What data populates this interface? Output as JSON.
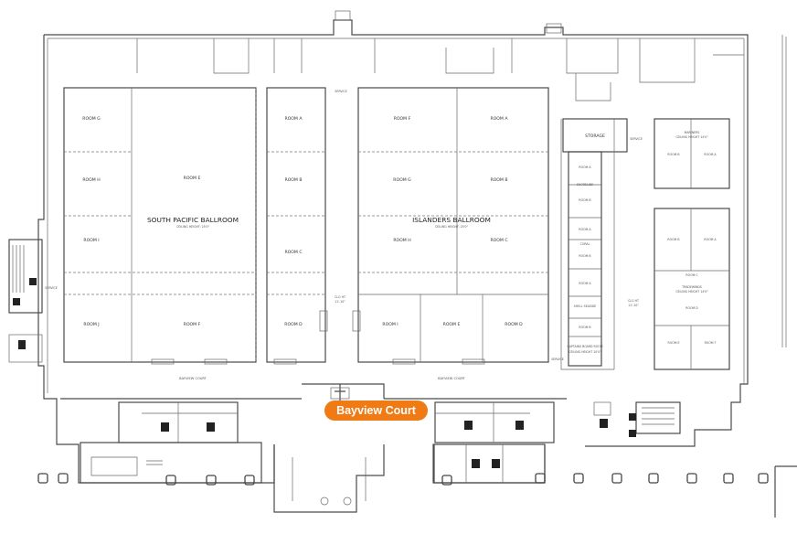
{
  "callout": {
    "label": "Bayview Court",
    "color": "#f07a14"
  },
  "left_hall": {
    "ballroom_name": "SOUTH PACIFIC BALLROOM",
    "ceiling": "CEILING HEIGHT: 25'0\"",
    "rooms": {
      "g": "ROOM G",
      "h": "ROOM H",
      "i": "ROOM I",
      "j": "ROOM J",
      "e": "ROOM E",
      "f": "ROOM F",
      "a": "ROOM A",
      "b": "ROOM B",
      "c": "ROOM C",
      "d": "ROOM D"
    }
  },
  "right_hall": {
    "ballroom_name": "ISLANDERS BALLROOM",
    "ceiling": "CEILING HEIGHT: 25'0\"",
    "rooms": {
      "f": "ROOM F",
      "g": "ROOM G",
      "h": "ROOM H",
      "i": "ROOM I",
      "a": "ROOM A",
      "b": "ROOM B",
      "c": "ROOM C",
      "e": "ROOM E",
      "d": "ROOM D"
    }
  },
  "service_labels": {
    "top": "SERVICE",
    "mid": "SERVICE",
    "bottom_right": "SERVICE",
    "left": "SERVICE"
  },
  "bayview_court_labels": {
    "left": "BAYVIEW COURT",
    "right": "BAYVIEW COURT"
  },
  "clg_left": {
    "line1": "CLG HT",
    "line2": "11'-10\""
  },
  "clg_right": {
    "line1": "CLG HT",
    "line2": "11'-10\""
  },
  "mid_block": {
    "storage": "STORAGE",
    "reef_room_a": "ROOM A",
    "reef": "SHORELINE",
    "reef_room_b": "ROOM B",
    "coral_room_a": "ROOM A",
    "coral": "CORAL",
    "coral_room_b": "ROOM B",
    "shell_room_a": "ROOM A",
    "shell": "SHELL SEASIDE",
    "shell_room_b": "ROOM B",
    "captains": "CAPTAINS BOARD ROOM",
    "sub": "CEILING HEIGHT 10'0\""
  },
  "far_right": {
    "top_name": "MARINERS",
    "top_sub": "CEILING HEIGHT 14'0\"",
    "top_room_a": "ROOM A",
    "top_room_b": "ROOM B",
    "lower_name": "TRADEWINDS",
    "lower_sub": "CEILING HEIGHT 14'0\"",
    "lower_rooms": [
      "ROOM B",
      "ROOM A",
      "ROOM C",
      "ROOM D",
      "ROOM E",
      "ROOM F"
    ]
  }
}
